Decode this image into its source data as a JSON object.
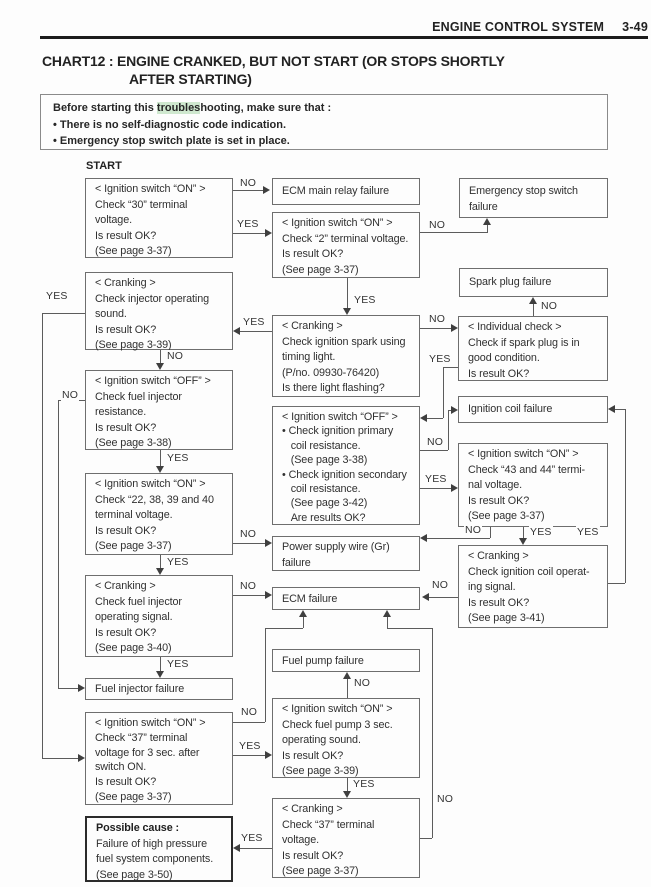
{
  "header": {
    "section_title": "ENGINE CONTROL SYSTEM",
    "page_number": "3-49"
  },
  "chart_title": {
    "line1": "CHART12 : ENGINE CRANKED, BUT NOT START (OR STOPS SHORTLY",
    "line2": "AFTER STARTING)"
  },
  "notice": {
    "lead": "Before starting this ",
    "highlighted_text": "troubles",
    "lead_rest": "hooting, make sure that :",
    "highlight_color": "#cfe8cf",
    "bullet1": "• There is no self-diagnostic code indication.",
    "bullet2": "• Emergency stop switch plate is set in place."
  },
  "flowchart": {
    "start_label": "START",
    "nodes": {
      "check_30_terminal": {
        "text": "< Ignition switch “ON” >\nCheck “30” terminal\nvoltage.\nIs result OK?\n(See page 3-37)"
      },
      "check_injector_sound": {
        "text": "< Cranking >\nCheck injector operating\nsound.\nIs result OK?\n(See page 3-39)"
      },
      "check_fuel_injector_resistance": {
        "text": "< Ignition switch “OFF” >\nCheck fuel injector\nresistance.\nIs result OK?\n(See page 3-38)"
      },
      "check_22_38_39_40_terminal": {
        "text": "< Ignition switch “ON” >\nCheck “22, 38, 39 and 40\nterminal voltage.\nIs result OK?\n(See page 3-37)"
      },
      "check_fuel_injector_signal": {
        "text": "< Cranking >\nCheck fuel injector\noperating signal.\nIs result OK?\n(See page 3-40)"
      },
      "fuel_injector_failure": {
        "text": "Fuel injector failure"
      },
      "check_37_terminal_3sec": {
        "text": "< Ignition switch “ON” >\nCheck “37” terminal\nvoltage for 3 sec. after\nswitch ON.\nIs result OK?\n(See page 3-37)"
      },
      "possible_cause": {
        "title": "Possible cause :",
        "body": "Failure of high pressure\nfuel system components.\n(See page 3-50)"
      },
      "ecm_main_relay_failure": {
        "text": "ECM main relay failure"
      },
      "check_2_terminal": {
        "text": "< Ignition switch “ON” >\nCheck “2” terminal voltage.\nIs result OK?\n(See page 3-37)"
      },
      "check_ignition_spark": {
        "text": "< Cranking >\nCheck ignition spark using\ntiming light.\n(P/no. 09930-76420)\nIs there light flashing?"
      },
      "check_coil_resistance": {
        "text": "< Ignition switch “OFF” >\n• Check ignition primary\n   coil resistance.\n   (See page 3-38)\n• Check ignition secondary\n   coil resistance.\n   (See page 3-42)\n   Are results OK?"
      },
      "power_supply_wire_failure": {
        "text": "Power supply wire (Gr)\nfailure"
      },
      "ecm_failure": {
        "text": "ECM failure"
      },
      "fuel_pump_failure": {
        "text": "Fuel pump failure"
      },
      "check_fuel_pump_sound": {
        "text": "< Ignition switch “ON” >\nCheck fuel pump 3 sec.\noperating sound.\nIs result OK?\n(See page 3-39)"
      },
      "check_37_terminal_cranking": {
        "text": "< Cranking >\nCheck “37” terminal\nvoltage.\nIs result OK?\n(See page 3-37)"
      },
      "emergency_stop_switch_failure": {
        "text": "Emergency stop switch\nfailure"
      },
      "spark_plug_failure": {
        "text": "Spark plug failure"
      },
      "individual_check_spark_plug": {
        "text": "< Individual check >\nCheck if spark plug is in\ngood condition.\nIs result OK?"
      },
      "ignition_coil_failure": {
        "text": "Ignition coil failure"
      },
      "check_43_44_terminal": {
        "text": "< Ignition switch “ON” >\nCheck “43 and 44” termi-\nnal voltage.\nIs result OK?\n(See page 3-37)"
      },
      "check_ignition_coil_signal": {
        "text": "< Cranking >\nCheck ignition coil operat-\ning signal.\nIs result OK?\n(See page 3-41)"
      }
    },
    "connectors": {
      "c1": {
        "from": "check_30_terminal",
        "to": "ecm_main_relay_failure",
        "label": "NO"
      },
      "c2": {
        "from": "check_30_terminal",
        "to": "check_2_terminal",
        "label": "YES"
      },
      "c3": {
        "from": "check_2_terminal",
        "to": "emergency_stop_switch_failure",
        "label": "NO"
      },
      "c4": {
        "from": "check_2_terminal",
        "to": "check_ignition_spark",
        "label": "YES"
      },
      "c5": {
        "from": "check_ignition_spark",
        "to": "check_injector_sound",
        "label": "YES"
      },
      "c6": {
        "from": "check_ignition_spark",
        "to": "individual_check_spark_plug",
        "label": "NO"
      },
      "c7": {
        "from": "individual_check_spark_plug",
        "to": "spark_plug_failure",
        "label": "NO"
      },
      "c8": {
        "from": "individual_check_spark_plug",
        "to": "check_coil_resistance",
        "label": "YES"
      },
      "c9": {
        "from": "check_coil_resistance",
        "to": "ignition_coil_failure",
        "label": "NO"
      },
      "c10": {
        "from": "check_coil_resistance",
        "to": "check_43_44_terminal",
        "label": "YES"
      },
      "c11": {
        "from": "check_injector_sound",
        "to": "check_fuel_injector_resistance",
        "label": "NO"
      },
      "c12": {
        "from": "check_injector_sound",
        "to": "check_37_terminal_3sec",
        "label": "YES"
      },
      "c13": {
        "from": "check_fuel_injector_resistance",
        "to": "fuel_injector_failure",
        "label": "NO"
      },
      "c14": {
        "from": "check_fuel_injector_resistance",
        "to": "check_22_38_39_40_terminal",
        "label": "YES"
      },
      "c15": {
        "from": "check_22_38_39_40_terminal",
        "to": "power_supply_wire_failure",
        "label": "NO"
      },
      "c16": {
        "from": "check_22_38_39_40_terminal",
        "to": "check_fuel_injector_signal",
        "label": "YES"
      },
      "c17": {
        "from": "check_fuel_injector_signal",
        "to": "ecm_failure",
        "label": "NO"
      },
      "c18": {
        "from": "check_fuel_injector_signal",
        "to": "fuel_injector_failure",
        "label": "YES"
      },
      "c19": {
        "from": "check_43_44_terminal",
        "to": "power_supply_wire_failure",
        "label": "NO"
      },
      "c20": {
        "from": "check_43_44_terminal",
        "to": "check_ignition_coil_signal",
        "label": "YES"
      },
      "c21": {
        "from": "check_ignition_coil_signal",
        "to": "ignition_coil_failure",
        "label": "YES"
      },
      "c22": {
        "from": "check_ignition_coil_signal",
        "to": "ecm_failure",
        "label": "NO"
      },
      "c23": {
        "from": "check_37_terminal_3sec",
        "to": "ecm_failure",
        "label": "NO"
      },
      "c24": {
        "from": "check_37_terminal_3sec",
        "to": "check_fuel_pump_sound",
        "label": "YES"
      },
      "c25": {
        "from": "check_fuel_pump_sound",
        "to": "fuel_pump_failure",
        "label": "NO"
      },
      "c26": {
        "from": "check_fuel_pump_sound",
        "to": "check_37_terminal_cranking",
        "label": "YES"
      },
      "c27": {
        "from": "check_37_terminal_cranking",
        "to": "possible_cause",
        "label": "YES"
      },
      "c28": {
        "from": "check_37_terminal_cranking",
        "to": "ecm_failure",
        "label": "NO"
      }
    }
  }
}
